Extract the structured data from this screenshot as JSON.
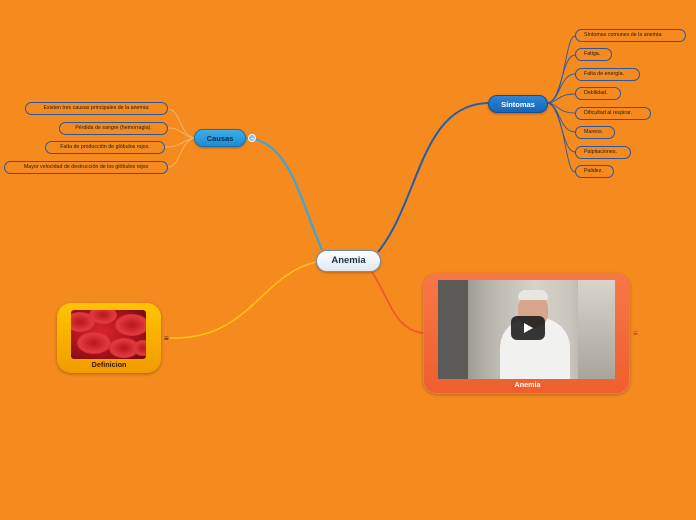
{
  "map": {
    "root": "Anemia",
    "causas": {
      "label": "Causas",
      "items": [
        "Existen tres causas principales de la anemia:",
        "Pérdida de sangre (hemorragia).",
        "Falta de producción de glóbulos rojos.",
        "Mayor velocidad de destrucción de los glóbulos rojos"
      ]
    },
    "sintomas": {
      "label": "Síntomas",
      "items": [
        "Síntomas comunes de la anemia:",
        "Fatiga.",
        "Falta de energía.",
        "Debilidad.",
        "Dificultad al respirar.",
        "Mareos.",
        "Palpitaciones.",
        "Palidez."
      ]
    },
    "definicion": {
      "label": "Definicion",
      "icon": "note-icon"
    },
    "video": {
      "label": "Anemia",
      "icon": "note-icon",
      "control": "play-icon"
    }
  },
  "colors": {
    "background": "#f58a1f",
    "causas": "#1b8bd4",
    "sintomas": "#1764b8",
    "definicion": "#ffc400",
    "video": "#ee5f2e",
    "sub_border": "#2c57a0"
  }
}
